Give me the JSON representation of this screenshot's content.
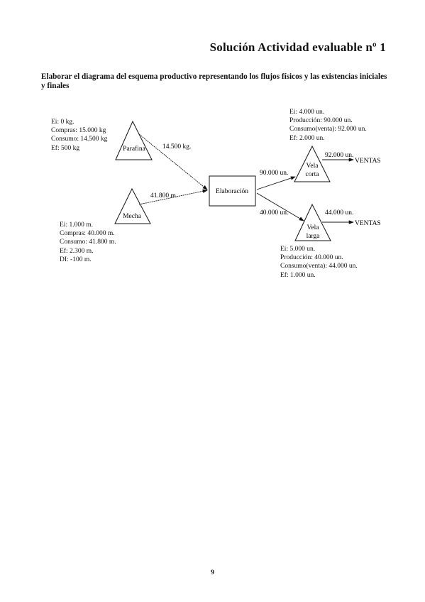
{
  "title": "Solución Actividad evaluable nº 1",
  "subtitle": "Elaborar el diagrama del esquema productivo representando los flujos físicos y las existencias iniciales y finales",
  "nodes": {
    "parafina": "Parafina",
    "mecha": "Mecha",
    "elaboracion": "Elaboración",
    "vela_corta": [
      "Vela",
      "corta"
    ],
    "vela_larga": [
      "Vela",
      "larga"
    ],
    "ventas_corta": "VENTAS",
    "ventas_larga": "VENTAS"
  },
  "flows": {
    "parafina_to_elaboracion": "14.500 kg.",
    "mecha_to_elaboracion": "41.800 m.",
    "elaboracion_to_corta": "90.000 un.",
    "elaboracion_to_larga": "40.000 un.",
    "corta_to_ventas": "92.000 un.",
    "larga_to_ventas": "44.000 un."
  },
  "parafina_info": [
    "Ei: 0 kg.",
    "Compras: 15.000 kg",
    "Consumo: 14.500 kg",
    "Ef: 500 kg"
  ],
  "mecha_info": [
    "Ei: 1.000 m.",
    "Compras: 40.000 m.",
    "Consumo: 41.800 m.",
    "Ef: 2.300 m.",
    "DI: -100 m."
  ],
  "vela_corta_info": [
    "Ei: 4.000 un.",
    "Producción: 90.000 un.",
    "Consumo(venta): 92.000 un.",
    "Ef: 2.000 un."
  ],
  "vela_larga_info": [
    "Ei: 5.000 un.",
    "Producción: 40.000 un.",
    "Consumo(venta): 44.000 un.",
    "Ef: 1.000 un."
  ],
  "page_number": "9"
}
